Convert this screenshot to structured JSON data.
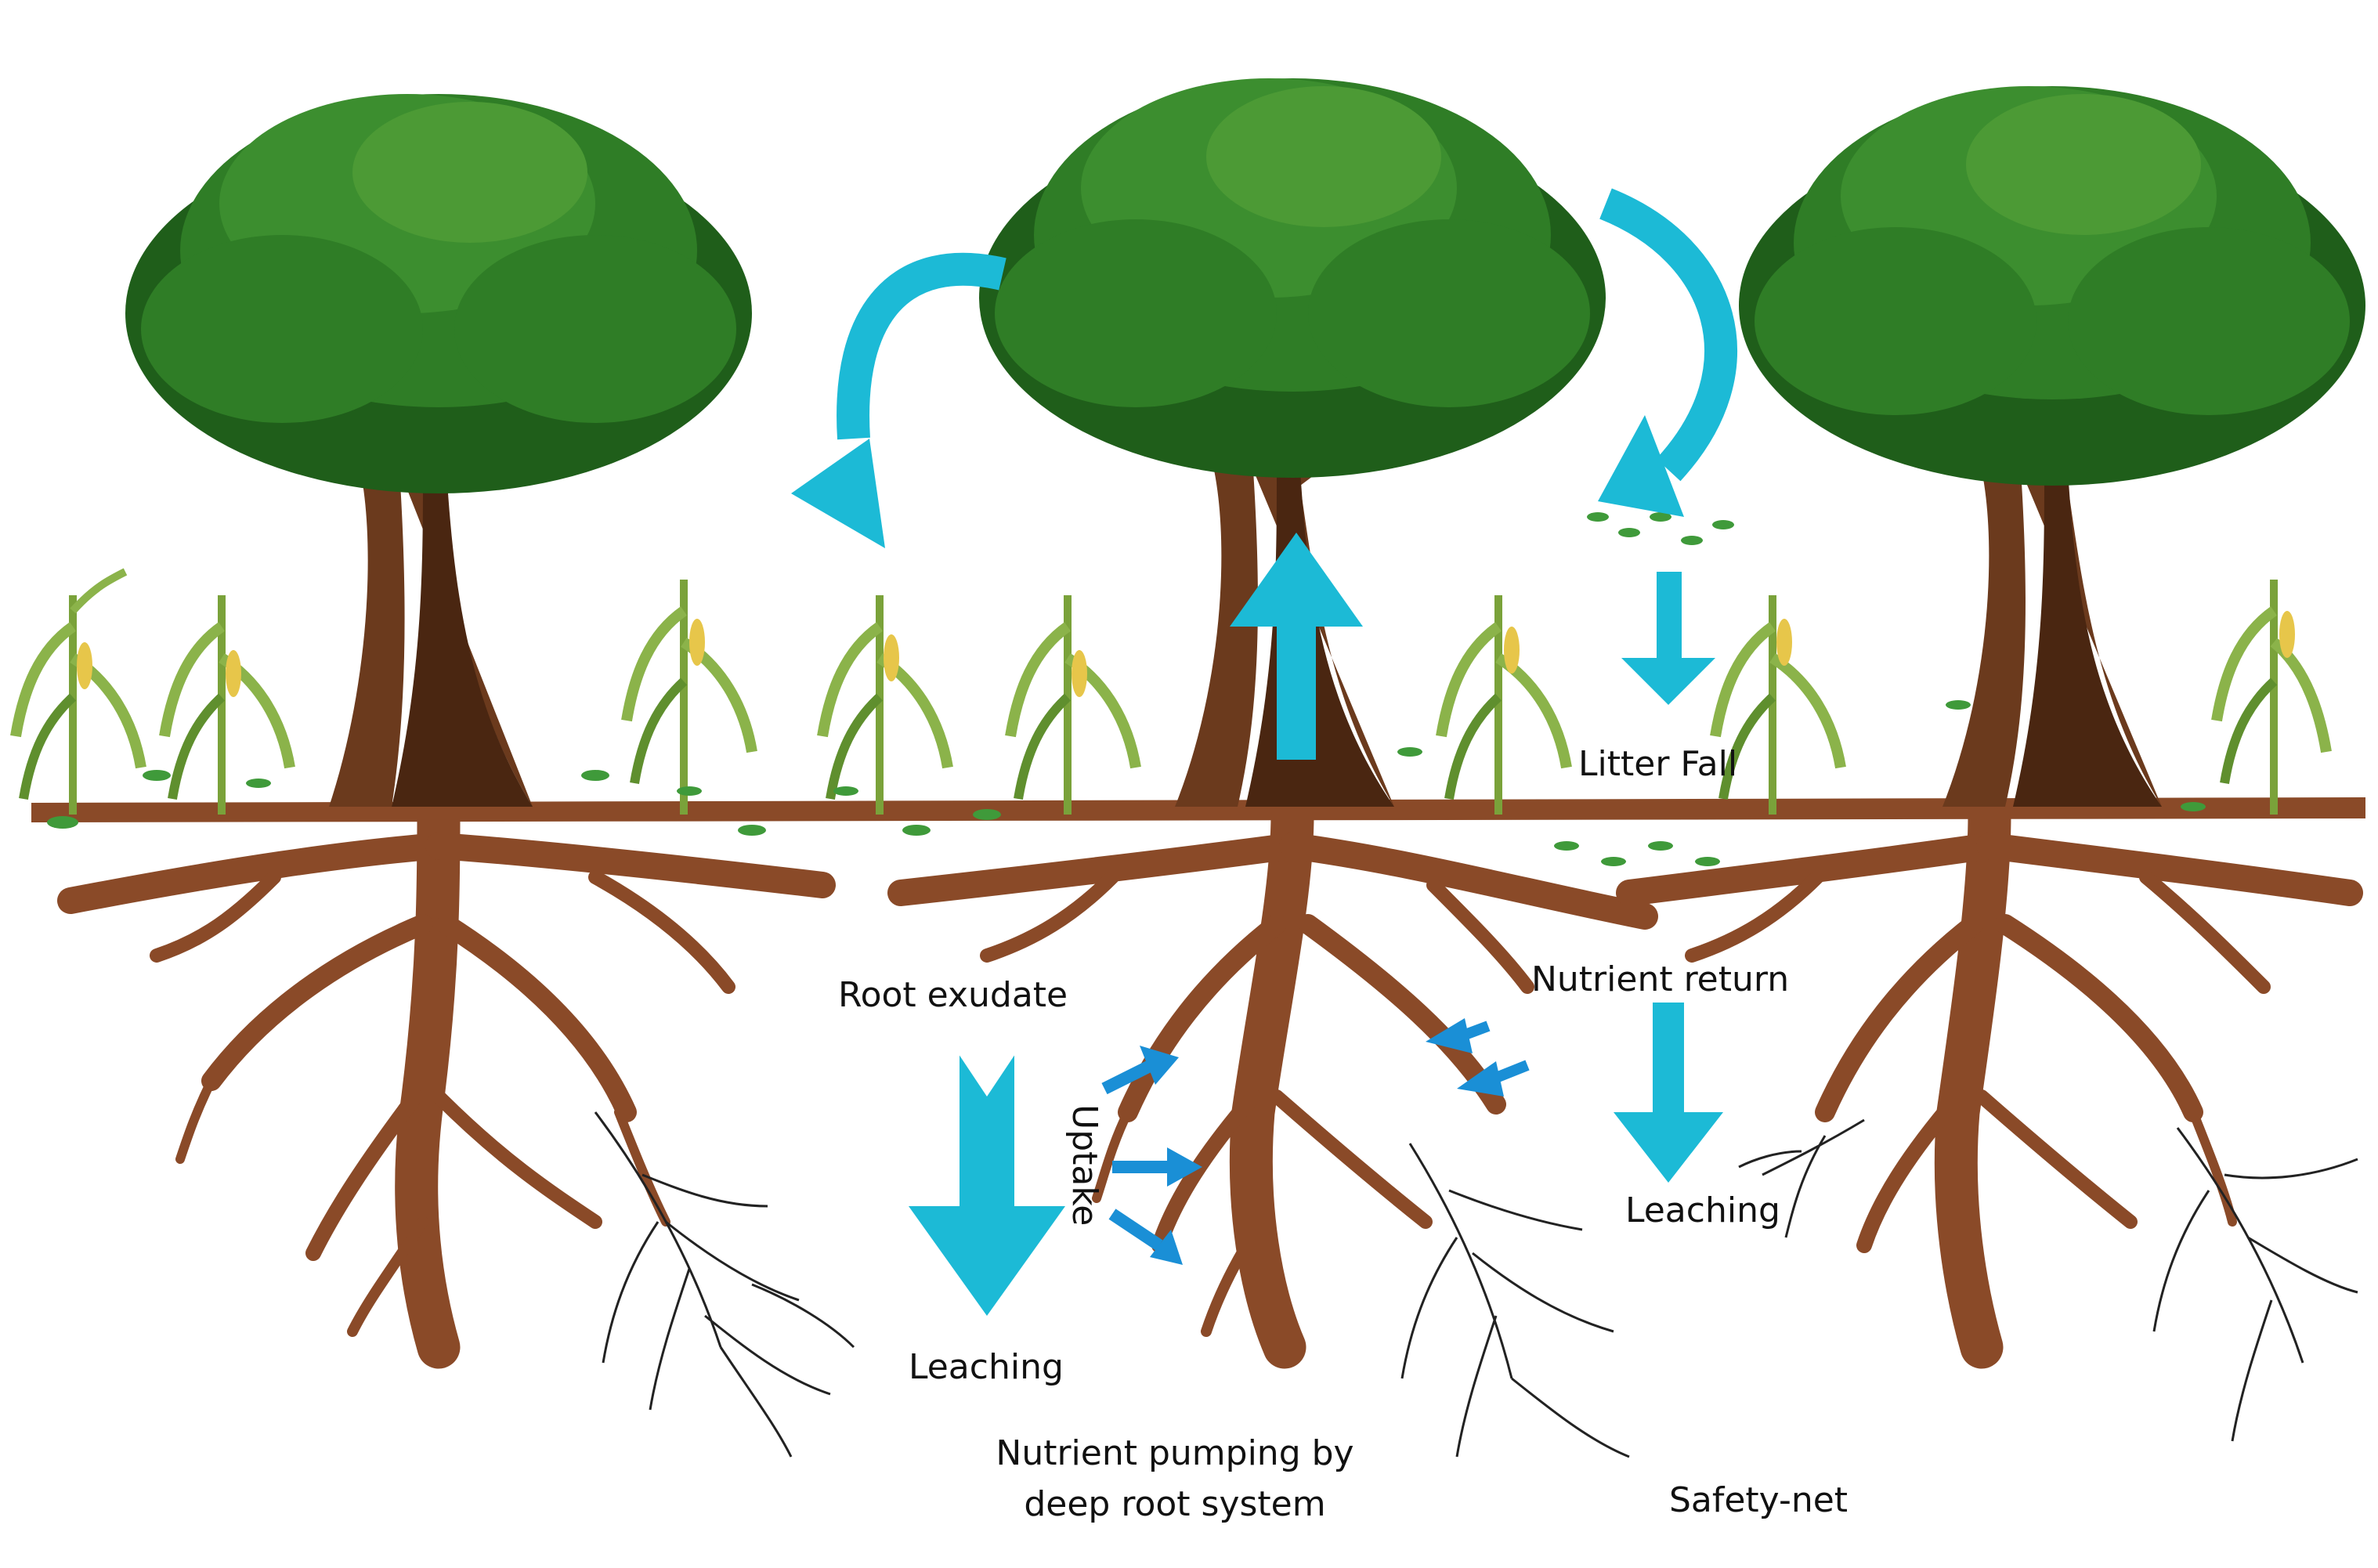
{
  "colors": {
    "canopy_dark": "#1f5e1a",
    "canopy_mid": "#2f7d26",
    "canopy_light": "#4c9a35",
    "trunk": "#6b3a1d",
    "trunk_dark": "#4a2611",
    "root": "#8a4a28",
    "fine_root": "#222222",
    "arrow_cyan": "#1cbad6",
    "arrow_blue": "#1a8fd6",
    "maize_leaf": "#8bb34a",
    "maize_leaf_dark": "#5f8f2e",
    "cob": "#e7c64a",
    "leaf_litter": "#3f9a3a"
  },
  "labels": {
    "litter_fall": "Litter Fall",
    "root_exudate": "Root exudate",
    "uptake": "Uptake",
    "nutrient_return": "Nutrient return",
    "leaching_left": "Leaching",
    "leaching_right": "Leaching",
    "nutrient_pumping_line1": "Nutrient pumping by",
    "nutrient_pumping_line2": "deep root system",
    "safety_net": "Safety-net"
  }
}
